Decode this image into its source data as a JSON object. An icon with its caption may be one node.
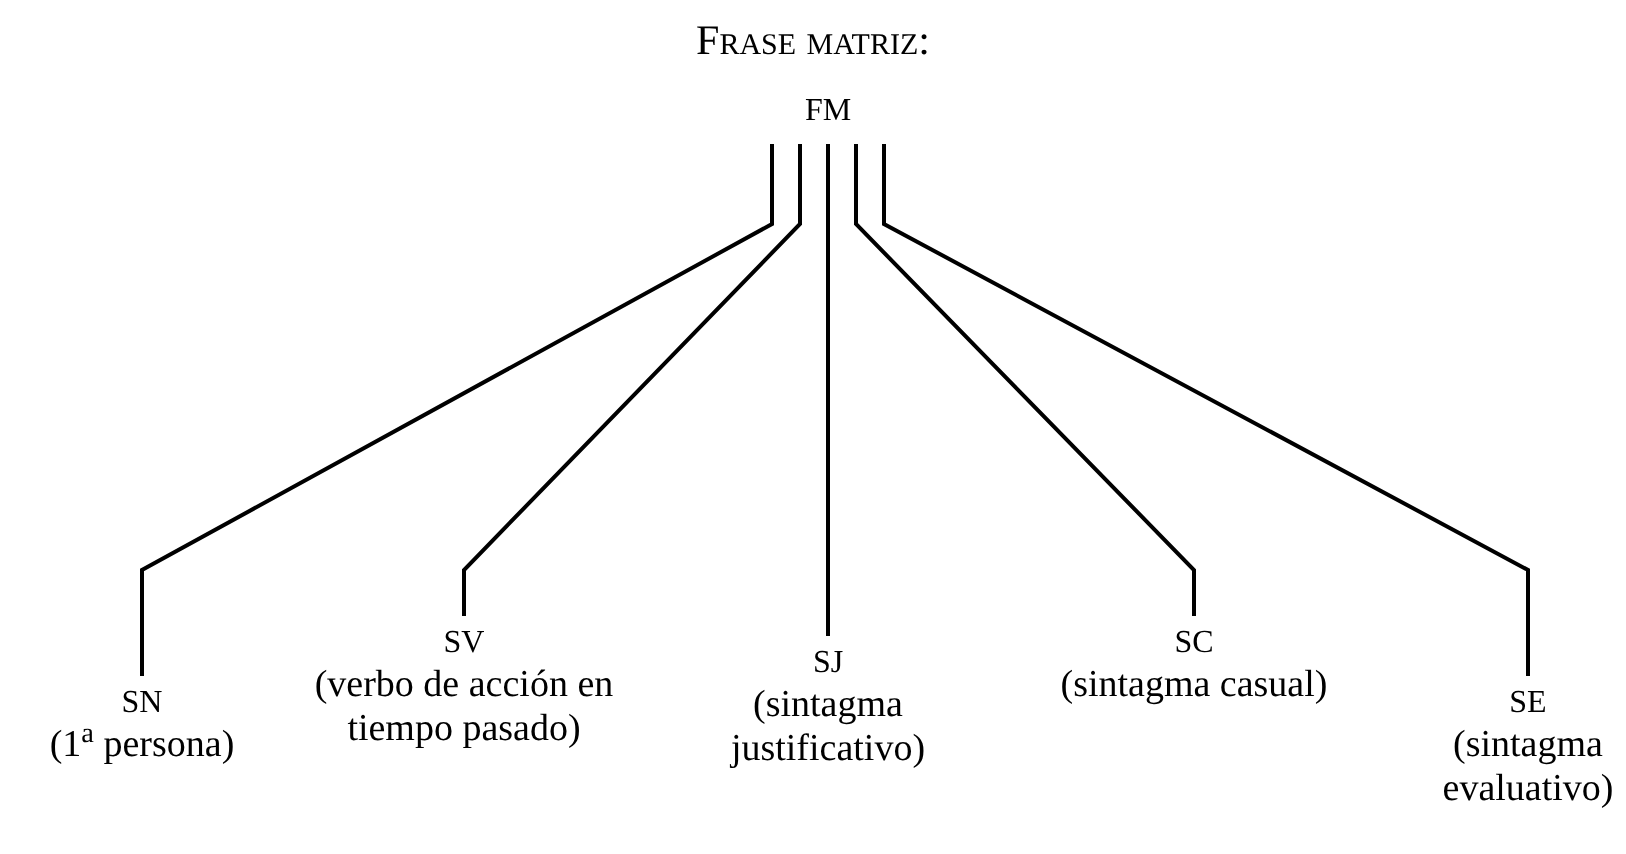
{
  "diagram": {
    "title": "Frase matriz:",
    "nodes": [
      {
        "text": [
          "FM"
        ]
      },
      {
        "text": [
          "SN",
          "(1$^{a}$ persona)"
        ]
      },
      {
        "text": [
          "SV",
          "(verbo de acción en tiempo pasado)"
        ]
      },
      {
        "text": [
          "SJ",
          "(sintagma justificativo)"
        ]
      },
      {
        "text": [
          "SC",
          "(sintagma casual)"
        ]
      },
      {
        "text": [
          "SE",
          "(sintagma evaluativo)"
        ]
      }
    ],
    "edges": [
      {
        "from": 0,
        "to": 1,
        "arrow": "none"
      },
      {
        "from": 0,
        "to": 2,
        "arrow": "none"
      },
      {
        "from": 0,
        "to": 3,
        "arrow": "none"
      },
      {
        "from": 0,
        "to": 4,
        "arrow": "none"
      },
      {
        "from": 0,
        "to": 5,
        "arrow": "none"
      }
    ]
  }
}
